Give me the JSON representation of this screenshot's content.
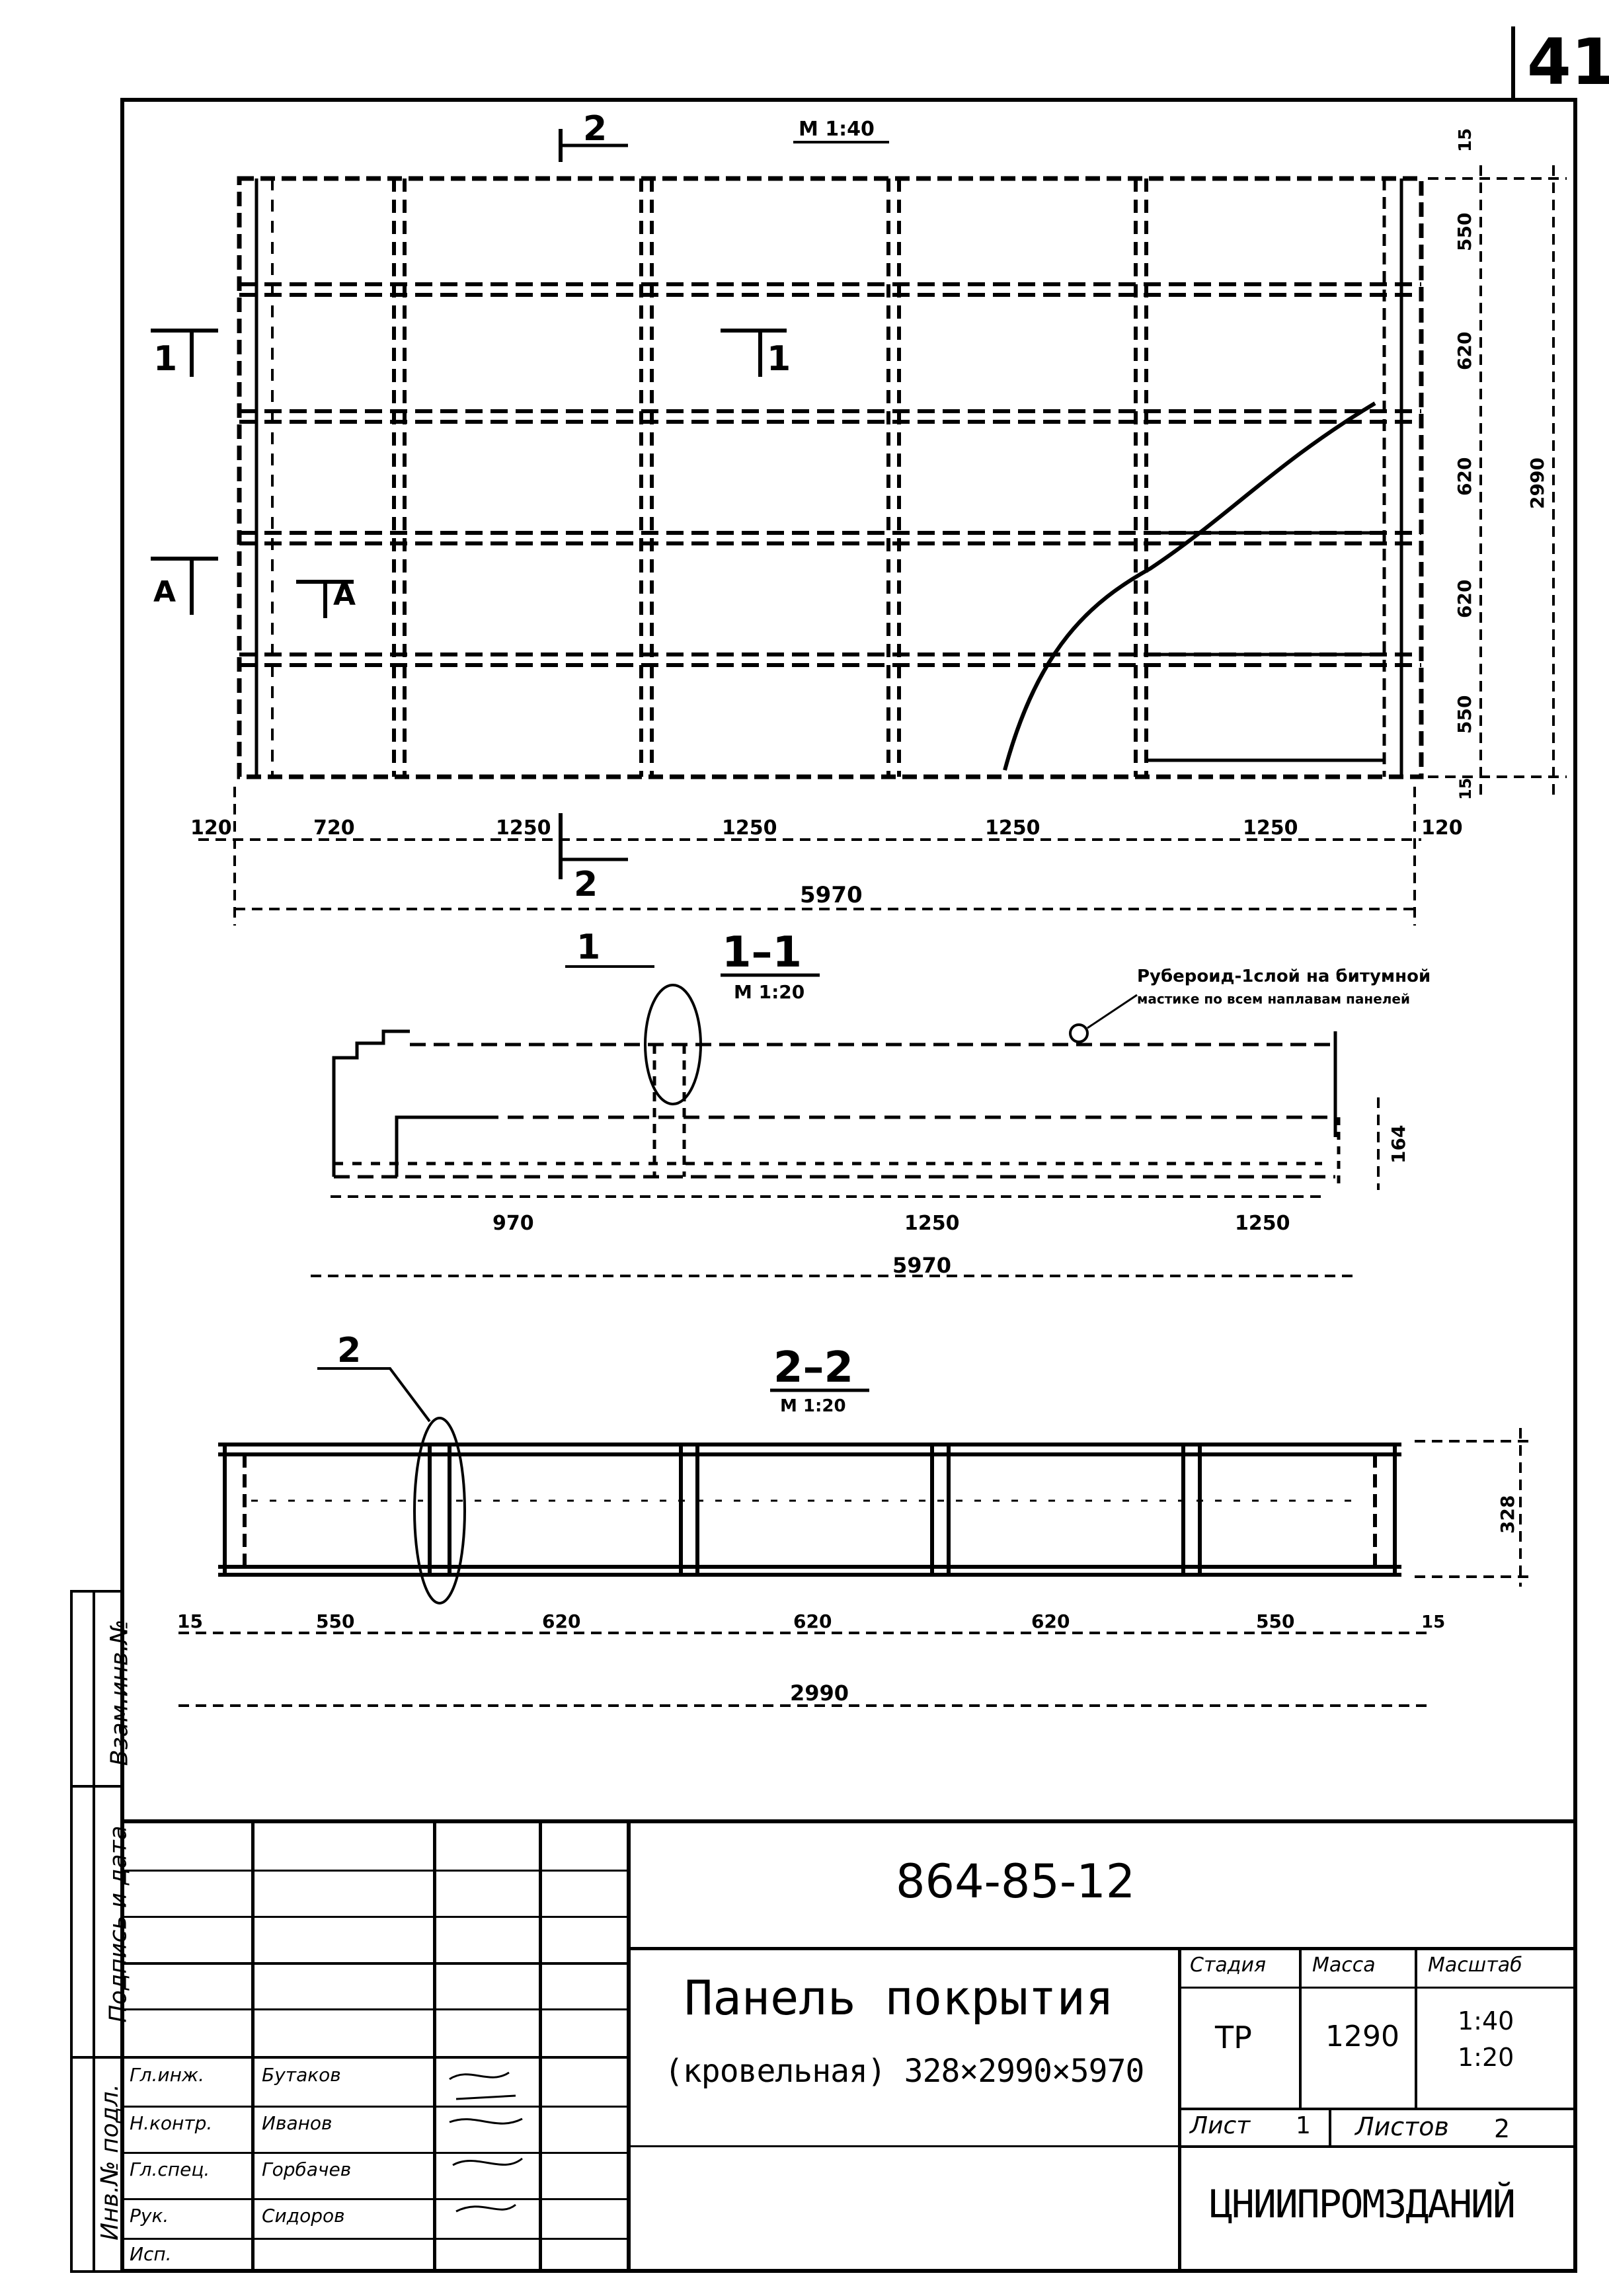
{
  "sheet": {
    "page_number": "41",
    "document_code": "864-85-12",
    "title_line1": "Панель покрытия",
    "title_line2": "(кровельная) 328×2990×5970",
    "organization": "ЦНИИПРОМЗДАНИЙ"
  },
  "plan": {
    "scale": "М 1:40",
    "section_2_label": "2",
    "section_1_label": "1",
    "section_a_label": "А",
    "dims_bottom": [
      "120",
      "720",
      "1250",
      "1250",
      "1250",
      "1250",
      "120"
    ],
    "dim_total": "5970",
    "dims_right": [
      "15",
      "550",
      "620",
      "620",
      "620",
      "550",
      "15"
    ],
    "dim_right_total": "2990"
  },
  "section_1_1": {
    "title": "1–1",
    "scale": "М 1:20",
    "callout": "1",
    "note_line1": "Рубероид-1слой на битумной",
    "note_line2": "мастике по всем наплавам панелей",
    "dims": [
      "970",
      "1250",
      "1250"
    ],
    "dim_total": "5970",
    "height": "164"
  },
  "section_2_2": {
    "title": "2–2",
    "scale": "М 1:20",
    "callout": "2",
    "dims": [
      "15",
      "550",
      "620",
      "620",
      "620",
      "550",
      "15"
    ],
    "dim_total": "2990",
    "height": "328"
  },
  "stamp": {
    "stage_label": "Стадия",
    "mass_label": "Масса",
    "scale_label": "Масштаб",
    "stage_value": "ТР",
    "mass_value": "1290",
    "scale_value_1": "1:40",
    "scale_value_2": "1:20",
    "sheet_label": "Лист",
    "sheet_value": "1",
    "sheets_label": "Листов",
    "sheets_value": "2",
    "roles": [
      "Гл.инж.",
      "Н.контр.",
      "Гл.спец.",
      "Рук.",
      "Исп."
    ],
    "names": [
      "Бутаков",
      "Иванов",
      "Горбачев",
      "Сидоров",
      ""
    ]
  },
  "side_strip": {
    "label_1": "Взам.инв.№",
    "label_2": "Подпись и дата",
    "label_3": "Инв.№ подл."
  }
}
